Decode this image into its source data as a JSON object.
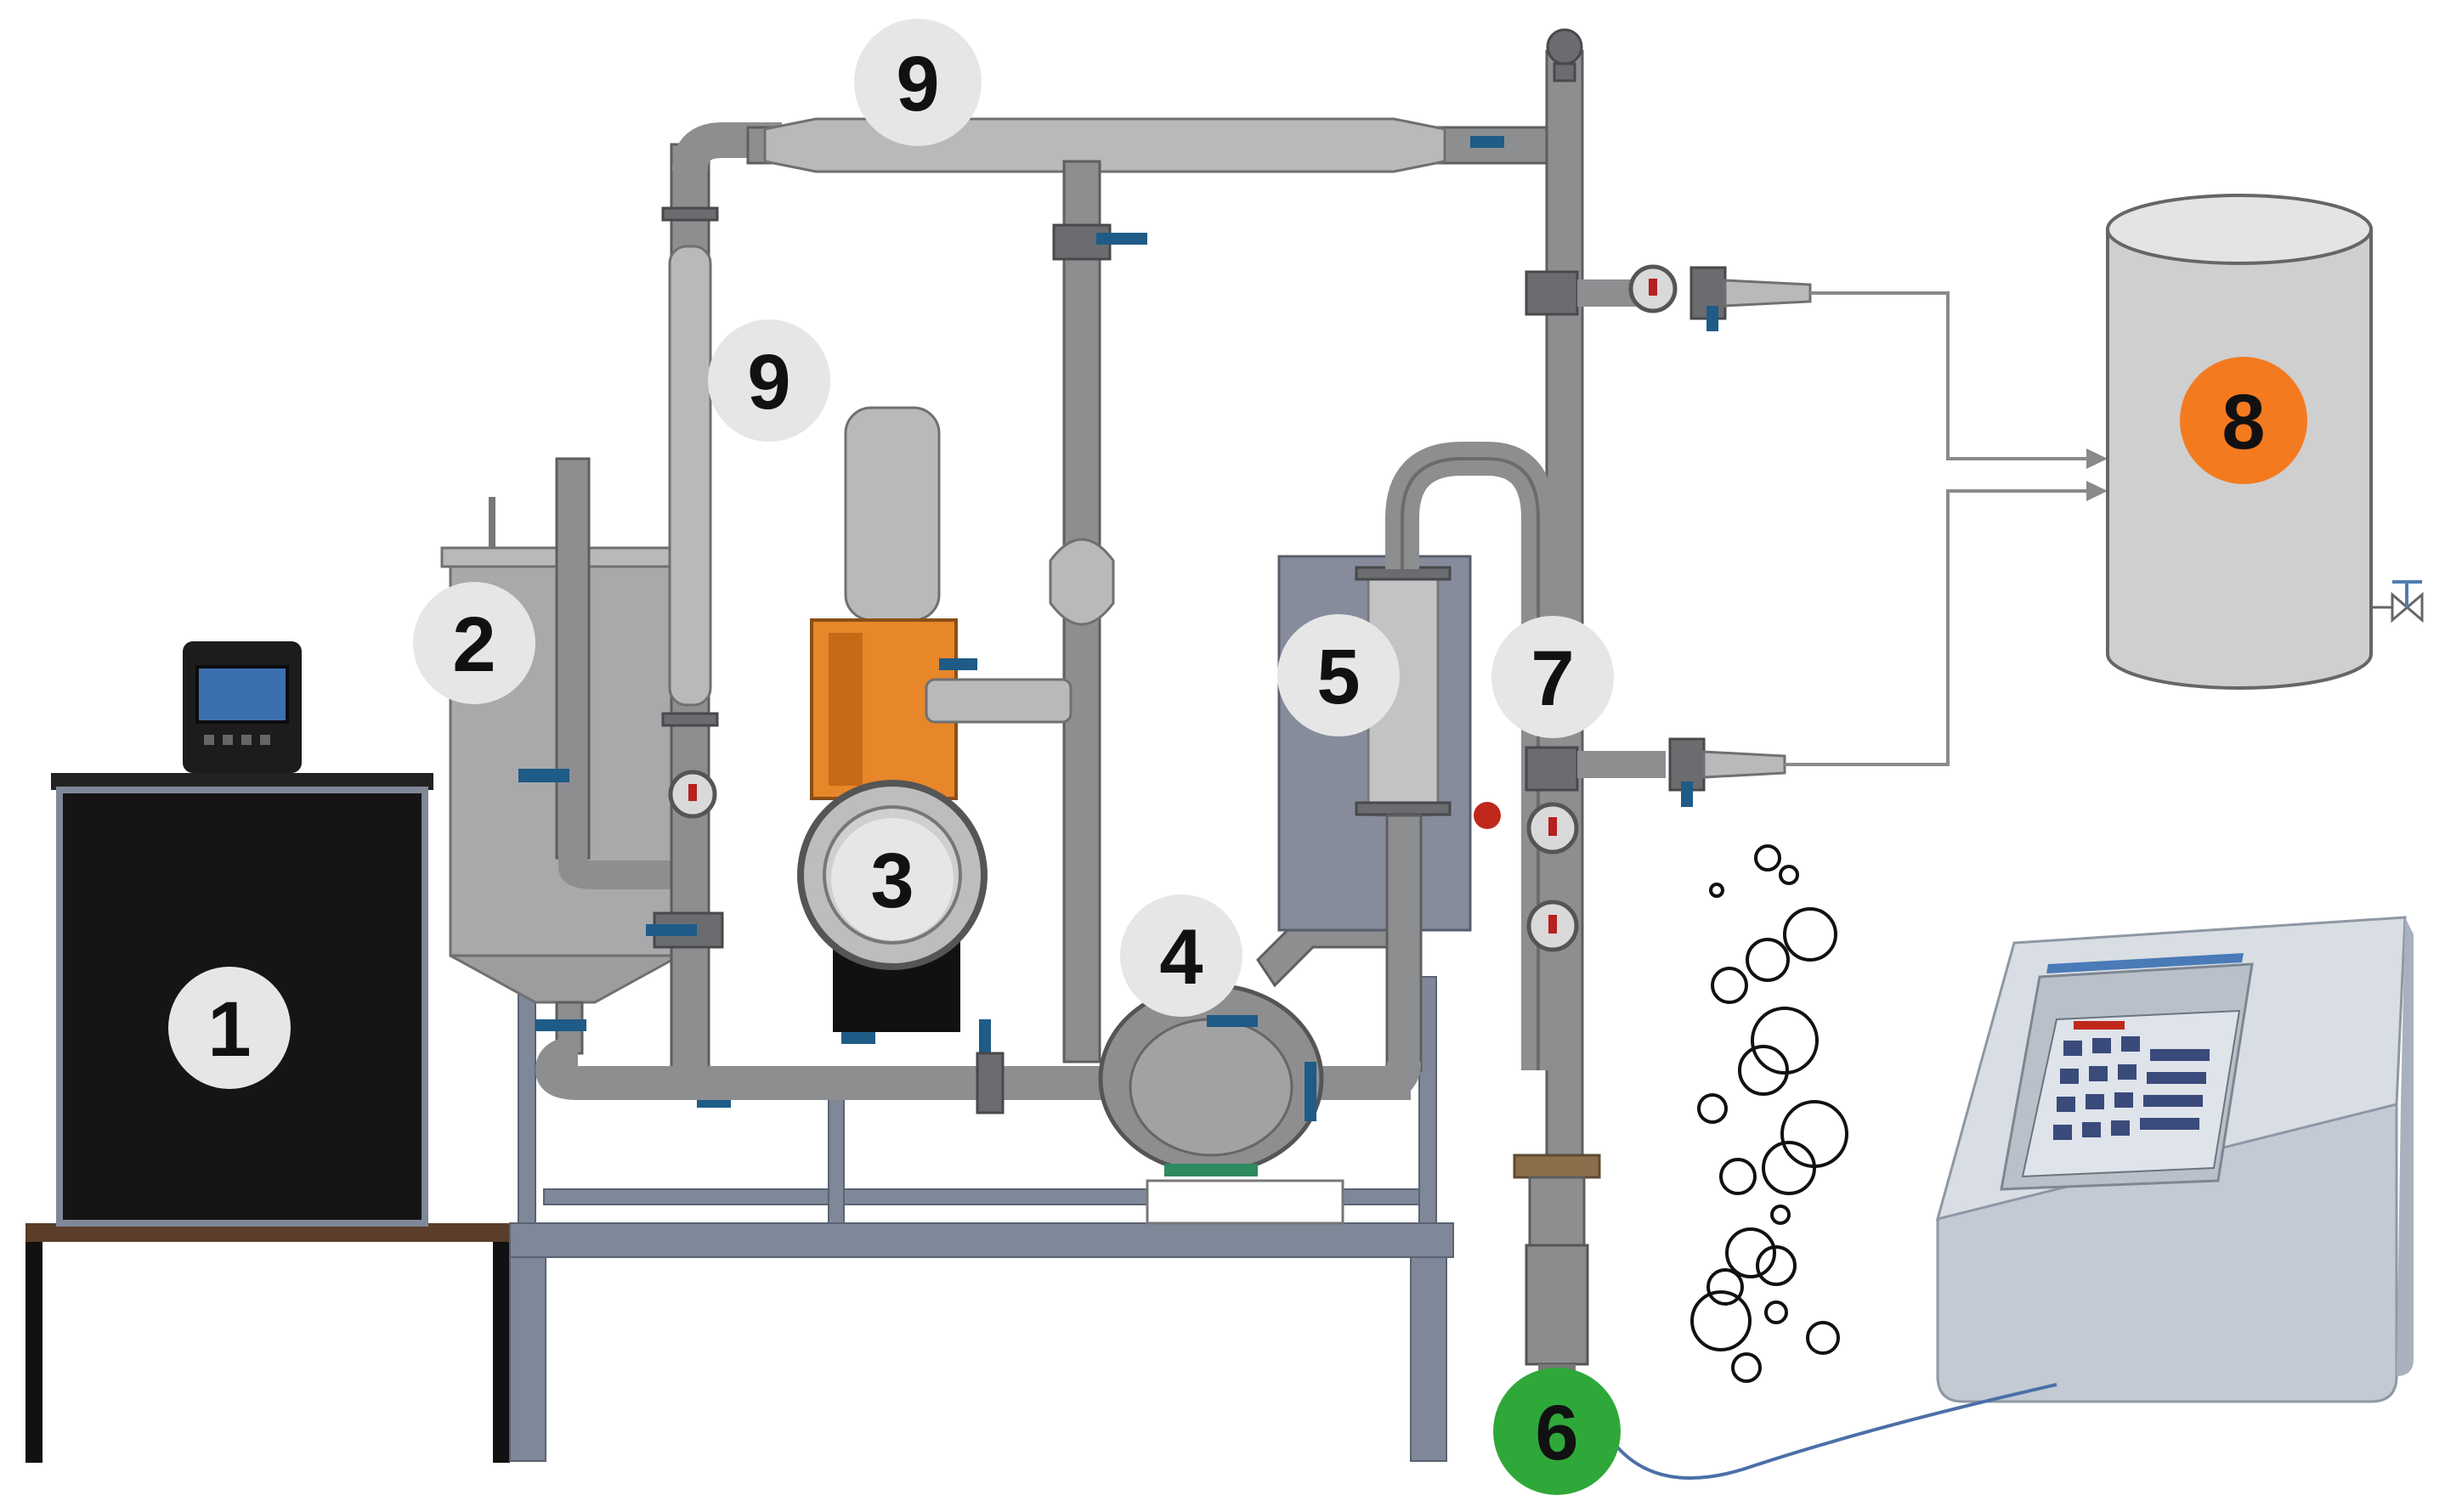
{
  "labels": [
    {
      "id": "1",
      "text": "1",
      "color": "#e6e6e6",
      "text_color": "#111111"
    },
    {
      "id": "2",
      "text": "2",
      "color": "#e6e6e6",
      "text_color": "#111111"
    },
    {
      "id": "3",
      "text": "3",
      "color": "#e6e6e6",
      "text_color": "#111111"
    },
    {
      "id": "4",
      "text": "4",
      "color": "#e6e6e6",
      "text_color": "#111111"
    },
    {
      "id": "5",
      "text": "5",
      "color": "#e6e6e6",
      "text_color": "#111111"
    },
    {
      "id": "6",
      "text": "6",
      "color": "#2fa83a",
      "text_color": "#111111"
    },
    {
      "id": "7",
      "text": "7",
      "color": "#e6e6e6",
      "text_color": "#111111"
    },
    {
      "id": "8",
      "text": "8",
      "color": "#f47a20",
      "text_color": "#111111"
    },
    {
      "id": "9a",
      "text": "9",
      "color": "#e6e6e6",
      "text_color": "#111111"
    },
    {
      "id": "9b",
      "text": "9",
      "color": "#e6e6e6",
      "text_color": "#111111"
    }
  ],
  "colors": {
    "bath_body": "#151515",
    "pipe_metal": "#8d8e90",
    "valve_handle": "#1e5b86",
    "pump_orange": "#e8862a",
    "receiver_tank": "#cfcfcf",
    "ultrasound_unit": "#c9d0d8"
  },
  "icons": [
    "gauge-icon",
    "valve-icon",
    "bubbles-icon",
    "arrow-icon"
  ]
}
